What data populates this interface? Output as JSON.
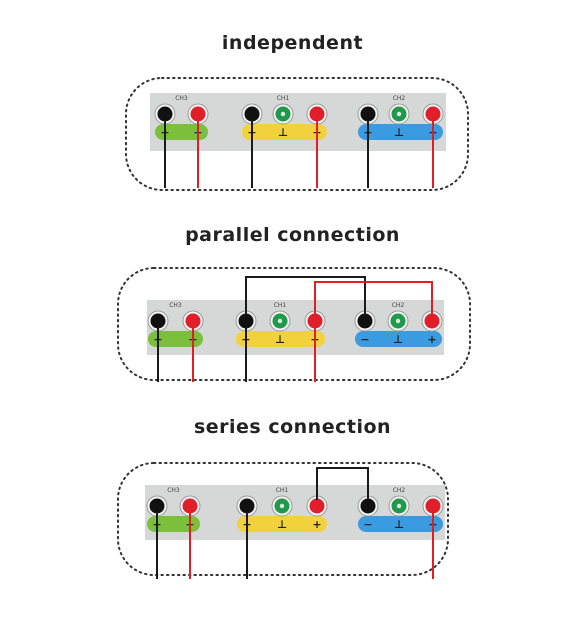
{
  "colors": {
    "panel": "#d6d8d8",
    "green_strip": "#7cbf3c",
    "yellow_strip": "#f1d23d",
    "blue_strip": "#3b9be0",
    "black_wire": "#1a1a1a",
    "red_wire": "#e02020",
    "terminal_black": "#111111",
    "terminal_green": "#1f9a4a",
    "terminal_red": "#e01f2a"
  },
  "channels": {
    "ch3": "CH3",
    "ch1": "CH1",
    "ch2": "CH2"
  },
  "polarity": {
    "minus": "−",
    "plus": "+",
    "ground": "⊥"
  },
  "sections": [
    {
      "title": "independent"
    },
    {
      "title": "parallel connection"
    },
    {
      "title": "series connection"
    }
  ]
}
